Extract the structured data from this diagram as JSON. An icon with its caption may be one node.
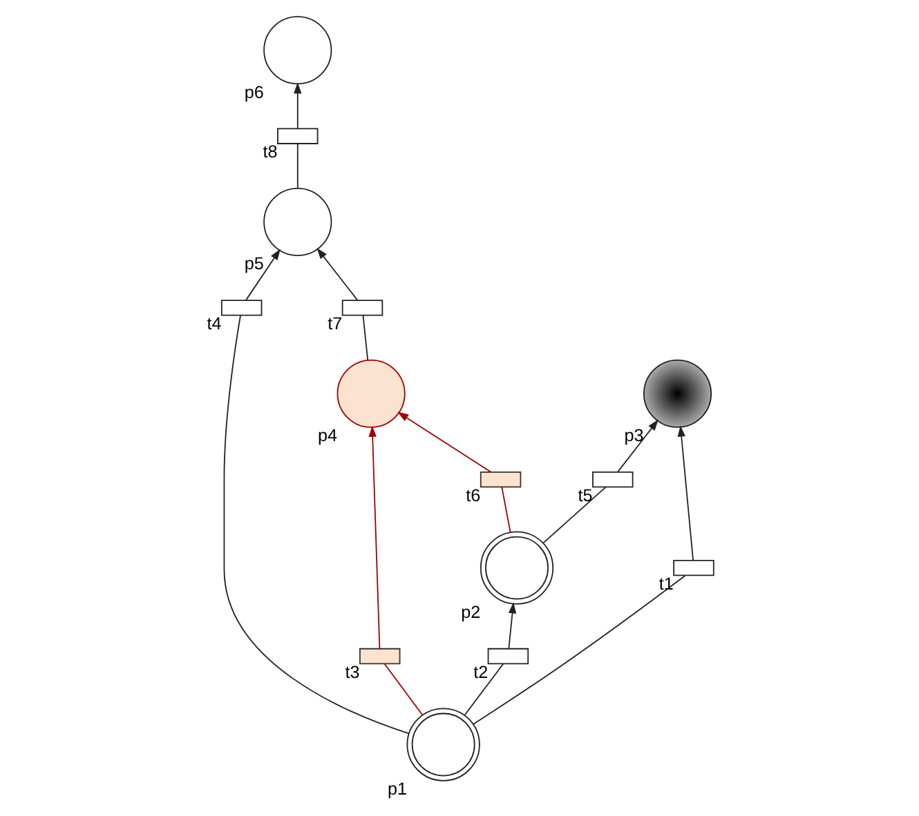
{
  "diagram": {
    "nodes": [
      {
        "text": [],
        "shape": "circle",
        "beside": [
          "p6"
        ]
      },
      {
        "text": [],
        "shape": "bar",
        "beside": [
          "t8"
        ]
      },
      {
        "text": [],
        "shape": "circle",
        "beside": [
          "p5"
        ]
      },
      {
        "text": [],
        "shape": "circle",
        "beside": [
          "p3"
        ]
      },
      {
        "text": [],
        "shape": "circle",
        "beside": [
          "p4"
        ]
      },
      {
        "text": [],
        "shape": "bar",
        "beside": [
          "t7"
        ]
      },
      {
        "text": [],
        "shape": "bar",
        "beside": [
          "t5"
        ]
      },
      {
        "text": [],
        "shape": "doublecircle",
        "beside": [
          "p2"
        ]
      },
      {
        "text": [],
        "shape": "bar",
        "beside": [
          "t6"
        ]
      },
      {
        "text": [],
        "shape": "bar",
        "beside": [
          "t4"
        ]
      },
      {
        "text": [],
        "shape": "bar",
        "beside": [
          "t3"
        ]
      },
      {
        "text": [],
        "shape": "bar",
        "beside": [
          "t2"
        ]
      },
      {
        "text": [],
        "shape": "bar",
        "beside": [
          "t1"
        ]
      },
      {
        "text": [],
        "shape": "doublecircle",
        "beside": [
          "p1"
        ]
      }
    ],
    "edges": [
      {
        "from": 13,
        "to": 12,
        "arrow": "none"
      },
      {
        "from": 12,
        "to": 3,
        "arrow": "to"
      },
      {
        "from": 13,
        "to": 11,
        "arrow": "none"
      },
      {
        "from": 11,
        "to": 7,
        "arrow": "to"
      },
      {
        "from": 13,
        "to": 10,
        "arrow": "none",
        "color": "#a00000"
      },
      {
        "from": 10,
        "to": 4,
        "arrow": "to",
        "color": "#a00000"
      },
      {
        "from": 13,
        "to": 9,
        "arrow": "none"
      },
      {
        "from": 9,
        "to": 2,
        "arrow": "to"
      },
      {
        "from": 7,
        "to": 6,
        "arrow": "none"
      },
      {
        "from": 6,
        "to": 3,
        "arrow": "to"
      },
      {
        "from": 7,
        "to": 8,
        "arrow": "none",
        "color": "#a00000"
      },
      {
        "from": 8,
        "to": 4,
        "arrow": "to",
        "color": "#a00000"
      },
      {
        "from": 4,
        "to": 5,
        "arrow": "none"
      },
      {
        "from": 5,
        "to": 2,
        "arrow": "to"
      },
      {
        "from": 2,
        "to": 1,
        "arrow": "none"
      },
      {
        "from": 1,
        "to": 0,
        "arrow": "to"
      }
    ]
  }
}
